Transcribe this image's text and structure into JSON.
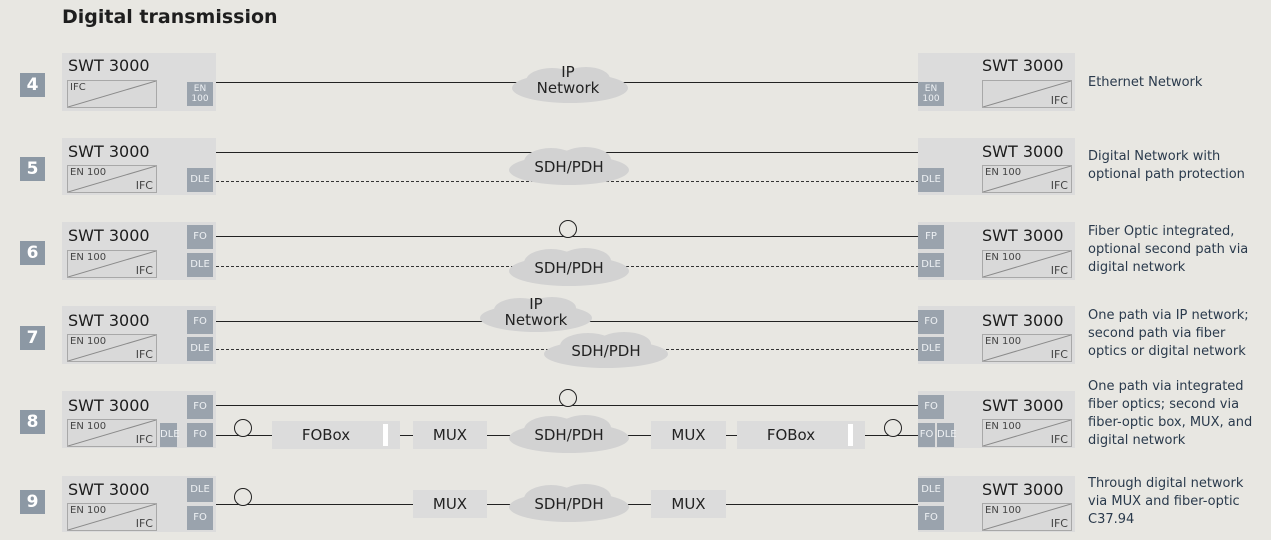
{
  "title": "Digital transmission",
  "device": "SWT 3000",
  "rows": [
    {
      "num": "4",
      "left_inner_tl": "IFC",
      "left_inner_br": "",
      "left_ports": [
        "EN\n100"
      ],
      "right_inner_tl": "",
      "right_inner_br": "IFC",
      "right_ports": [
        "EN\n100"
      ],
      "cloud": "IP\nNetwork",
      "desc": "Ethernet Network"
    },
    {
      "num": "5",
      "left_inner_tl": "EN 100",
      "left_inner_br": "IFC",
      "left_ports": [
        "DLE"
      ],
      "right_inner_tl": "EN 100",
      "right_inner_br": "IFC",
      "right_ports": [
        "DLE"
      ],
      "cloud": "SDH/PDH",
      "desc": "Digital Network with\noptional path protection"
    },
    {
      "num": "6",
      "left_inner_tl": "EN 100",
      "left_inner_br": "IFC",
      "left_ports": [
        "FO",
        "DLE"
      ],
      "right_inner_tl": "EN 100",
      "right_inner_br": "IFC",
      "right_ports": [
        "FP",
        "DLE"
      ],
      "cloud": "SDH/PDH",
      "desc": "Fiber Optic integrated,\noptional second path via\ndigital network"
    },
    {
      "num": "7",
      "left_inner_tl": "EN 100",
      "left_inner_br": "IFC",
      "left_ports": [
        "FO",
        "DLE"
      ],
      "right_inner_tl": "EN 100",
      "right_inner_br": "IFC",
      "right_ports": [
        "FO",
        "DLE"
      ],
      "cloud": "IP\nNetwork",
      "cloud2": "SDH/PDH",
      "desc": "One path via IP network;\nsecond path via fiber\noptics or digital network"
    },
    {
      "num": "8",
      "left_inner_tl": "EN 100",
      "left_inner_br": "IFC",
      "left_ports": [
        "FO",
        "DLE",
        "FO"
      ],
      "right_inner_tl": "EN 100",
      "right_inner_br": "IFC",
      "right_ports": [
        "FO",
        "FO",
        "DLE"
      ],
      "cloud": "SDH/PDH",
      "fobox": "FOBox",
      "mux": "MUX",
      "desc": "One path via integrated\nfiber optics; second via\nfiber-optic box, MUX, and\ndigital network"
    },
    {
      "num": "9",
      "left_inner_tl": "EN 100",
      "left_inner_br": "IFC",
      "left_ports": [
        "DLE",
        "FO"
      ],
      "right_inner_tl": "EN 100",
      "right_inner_br": "IFC",
      "right_ports": [
        "DLE",
        "FO"
      ],
      "cloud": "SDH/PDH",
      "mux": "MUX",
      "desc": "Through digital network\nvia MUX and fiber-optic\nC37.94"
    }
  ]
}
